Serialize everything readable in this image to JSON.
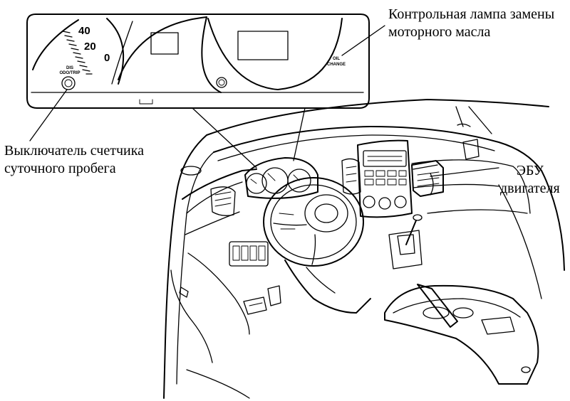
{
  "callouts": {
    "oil_lamp": {
      "line1": "Контрольная лампа замены",
      "line2": "моторного масла"
    },
    "trip_switch": {
      "line1": "Выключатель счетчика",
      "line2": "суточного пробега"
    },
    "ecu": {
      "line1": "ЭБУ",
      "line2": "двигателя"
    }
  },
  "gauge_marks": {
    "n40": "40",
    "n20": "20",
    "n0": "0"
  },
  "cluster_labels": {
    "oil_line1": "OIL",
    "oil_line2": "CHANGE",
    "dis_line1": "DIS",
    "dis_line2": "ODO/TRIP"
  }
}
